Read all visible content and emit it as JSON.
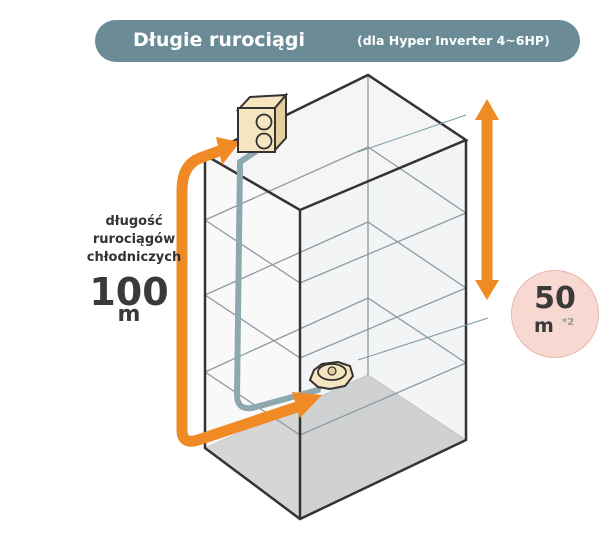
{
  "banner": {
    "title": "Długie rurociągi",
    "subtitle": "(dla Hyper Inverter 4~6HP)"
  },
  "pipe_length": {
    "label_lines": [
      "długość",
      "rurociągów",
      "chłodniczych"
    ],
    "value": "100",
    "unit": "m"
  },
  "height_difference": {
    "value": "50",
    "unit": "m",
    "note": "*2"
  },
  "colors": {
    "banner": "#6b8c96",
    "arrow": "#f08a24",
    "pipe": "#8fa7ae",
    "floor": "#8a8a8a",
    "circle": "#f8d9d1",
    "unit_box": "#f5e6c0"
  },
  "icons": [
    "outdoor-unit-icon",
    "indoor-unit-icon"
  ]
}
